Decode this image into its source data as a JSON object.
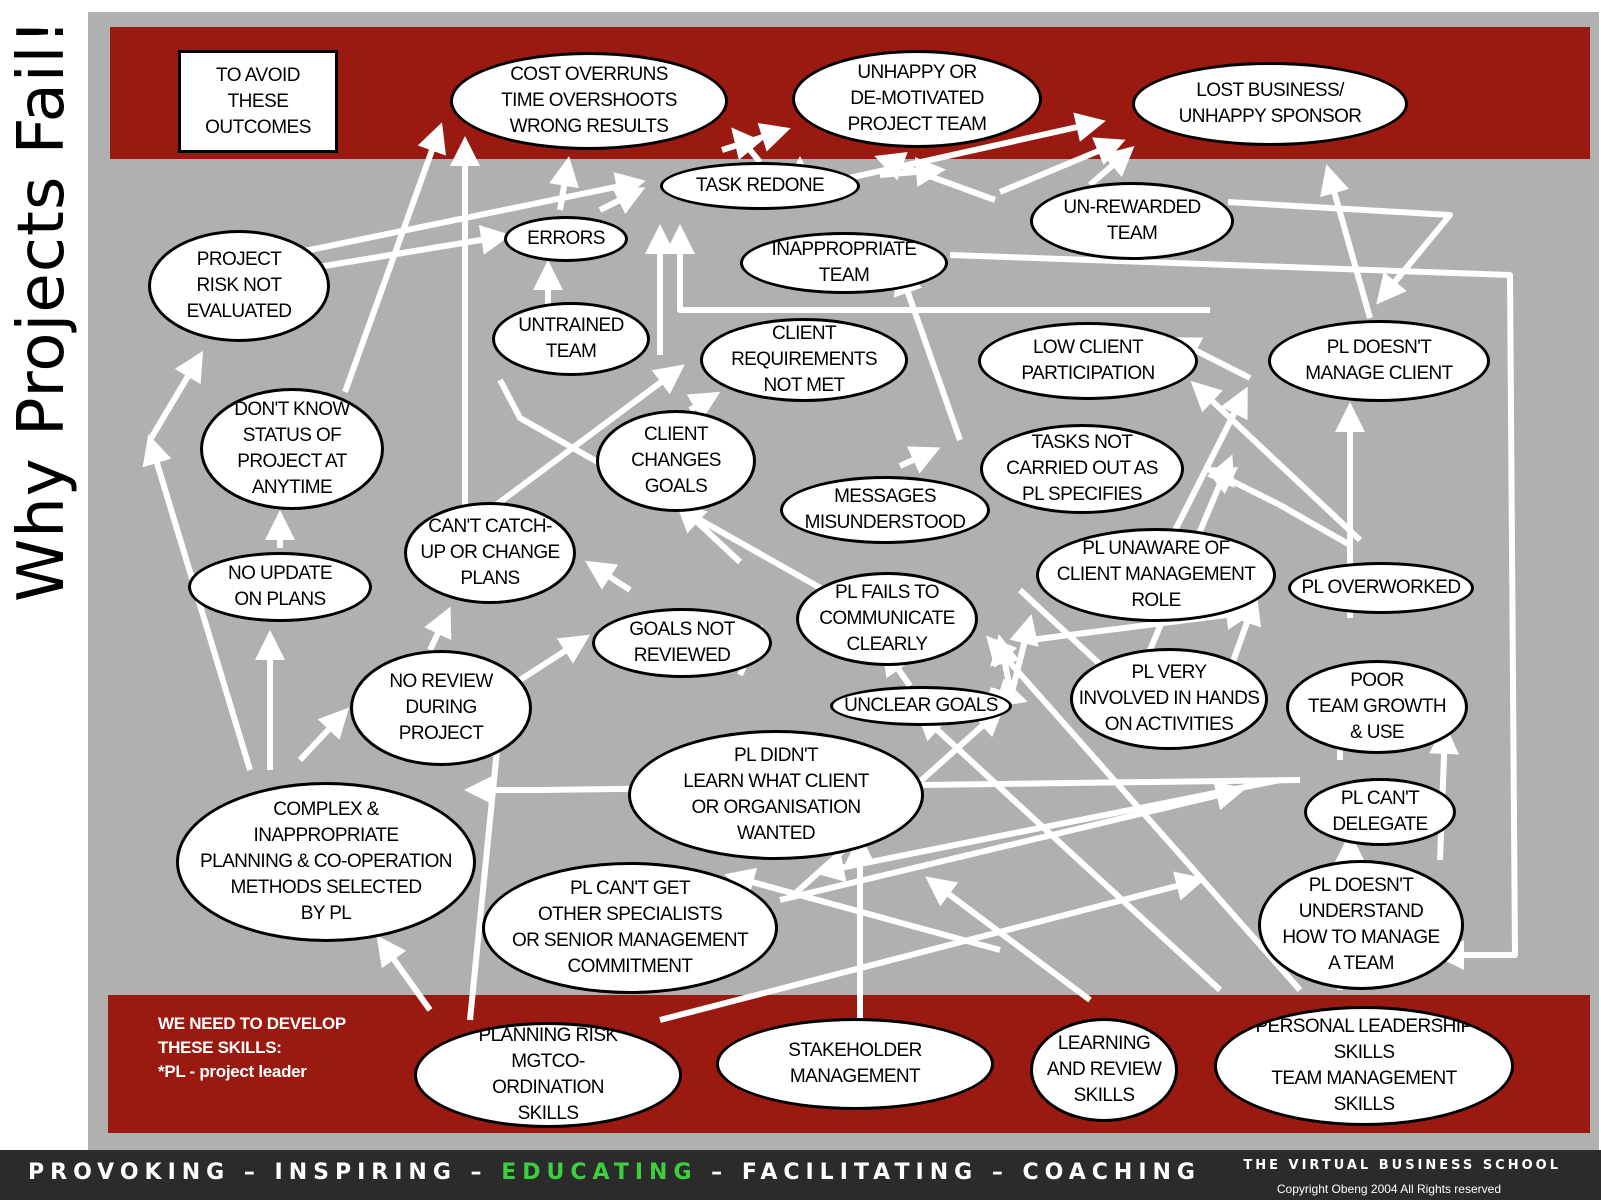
{
  "title": "Why Projects Fail!",
  "avoid_label": "TO AVOID\nTHESE\nOUTCOMES",
  "develop_label": "WE NEED TO DEVELOP\nTHESE SKILLS:\n*PL - project leader",
  "nodes": {
    "cost_overruns": "COST OVERRUNS\nTIME OVERSHOOTS\nWRONG RESULTS",
    "unhappy_team": "UNHAPPY OR\nDE-MOTIVATED\nPROJECT TEAM",
    "lost_business": "LOST BUSINESS/\nUNHAPPY SPONSOR",
    "task_redone": "TASK REDONE",
    "errors": "ERRORS",
    "unrewarded_team": "UN-REWARDED\nTEAM",
    "risk_not_evaluated": "PROJECT\nRISK NOT\nEVALUATED",
    "inappropriate_team": "INAPPROPRIATE\nTEAM",
    "untrained_team": "UNTRAINED\nTEAM",
    "client_requirements": "CLIENT\nREQUIREMENTS\nNOT MET",
    "low_client_participation": "LOW CLIENT\nPARTICIPATION",
    "pl_doesnt_manage_client": "PL DOESN'T\nMANAGE CLIENT",
    "dont_know_status": "DON'T KNOW\nSTATUS OF\nPROJECT AT\nANYTIME",
    "client_changes_goals": "CLIENT\nCHANGES\nGOALS",
    "tasks_not_carried_out": "TASKS NOT\nCARRIED OUT AS\nPL SPECIFIES",
    "messages_misunderstood": "MESSAGES\nMISUNDERSTOOD",
    "cant_catch_up": "CAN'T CATCH-\nUP OR CHANGE\nPLANS",
    "pl_unaware": "PL UNAWARE OF\nCLIENT MANAGEMENT\nROLE",
    "pl_overworked": "PL OVERWORKED",
    "no_update": "NO UPDATE\nON PLANS",
    "pl_fails_communicate": "PL FAILS TO\nCOMMUNICATE\nCLEARLY",
    "goals_not_reviewed": "GOALS NOT\nREVIEWED",
    "pl_very_involved": "PL VERY\nINVOLVED IN HANDS\nON ACTIVITIES",
    "poor_team_growth": "POOR\nTEAM GROWTH\n& USE",
    "no_review": "NO REVIEW\nDURING\nPROJECT",
    "unclear_goals": "UNCLEAR GOALS",
    "pl_didnt_learn": "PL DIDN'T\nLEARN WHAT CLIENT\nOR ORGANISATION\nWANTED",
    "pl_cant_delegate": "PL CAN'T\nDELEGATE",
    "complex_planning": "COMPLEX &\nINAPPROPRIATE\nPLANNING & CO-OPERATION\nMETHODS SELECTED\nBY PL",
    "pl_cant_get_specialists": "PL CAN'T GET\nOTHER SPECIALISTS\nOR SENIOR MANAGEMENT\nCOMMITMENT",
    "pl_doesnt_understand": "PL DOESN'T\nUNDERSTAND\nHOW TO MANAGE\nA TEAM",
    "planning_risk_skills": "PLANNING RISK\nMGTCO-\nORDINATION\nSKILLS",
    "stakeholder_management": "STAKEHOLDER\nMANAGEMENT",
    "learning_review_skills": "LEARNING\nAND REVIEW\nSKILLS",
    "personal_leadership_skills": "PERSONAL LEADERSHIP\nSKILLS\nTEAM MANAGEMENT\nSKILLS"
  },
  "footer": {
    "tag_1": "PROVOKING – INSPIRING – ",
    "tag_2": "EDUCATING",
    "tag_3": " – FACILITATING – COACHING",
    "school": "THE VIRTUAL BUSINESS SCHOOL",
    "copyright": "Copyright Obeng 2004 All Rights reserved"
  },
  "colors": {
    "band": "#9a1a12",
    "panel": "#b0b0b0",
    "arrow": "#ffffff",
    "accent_green": "#3ecf3e"
  }
}
